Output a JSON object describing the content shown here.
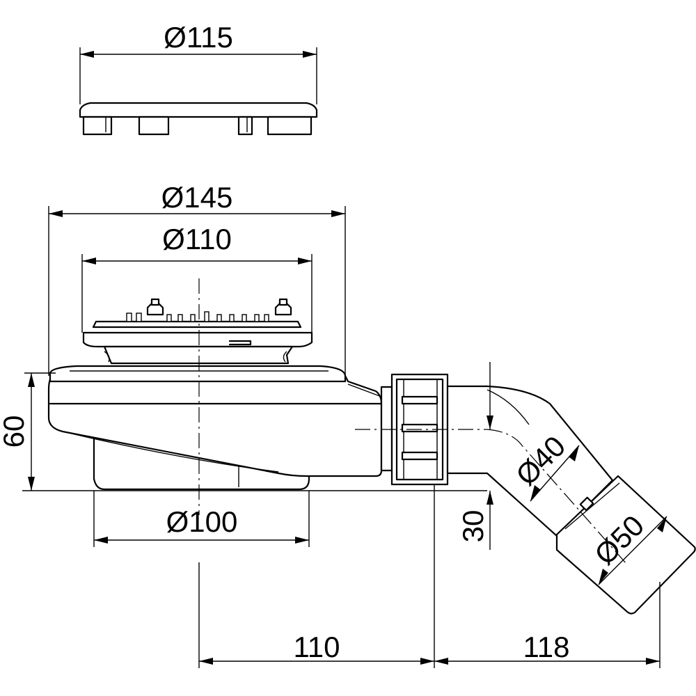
{
  "drawing": {
    "dimensions": {
      "cover_diameter": "Ø115",
      "flange_diameter": "Ø145",
      "grate_diameter": "Ø110",
      "body_height": "60",
      "base_diameter": "Ø100",
      "outlet_drop": "30",
      "outlet_inner_diameter": "Ø40",
      "outlet_outer_diameter": "Ø50",
      "center_to_outlet": "110",
      "outlet_length": "118"
    }
  }
}
